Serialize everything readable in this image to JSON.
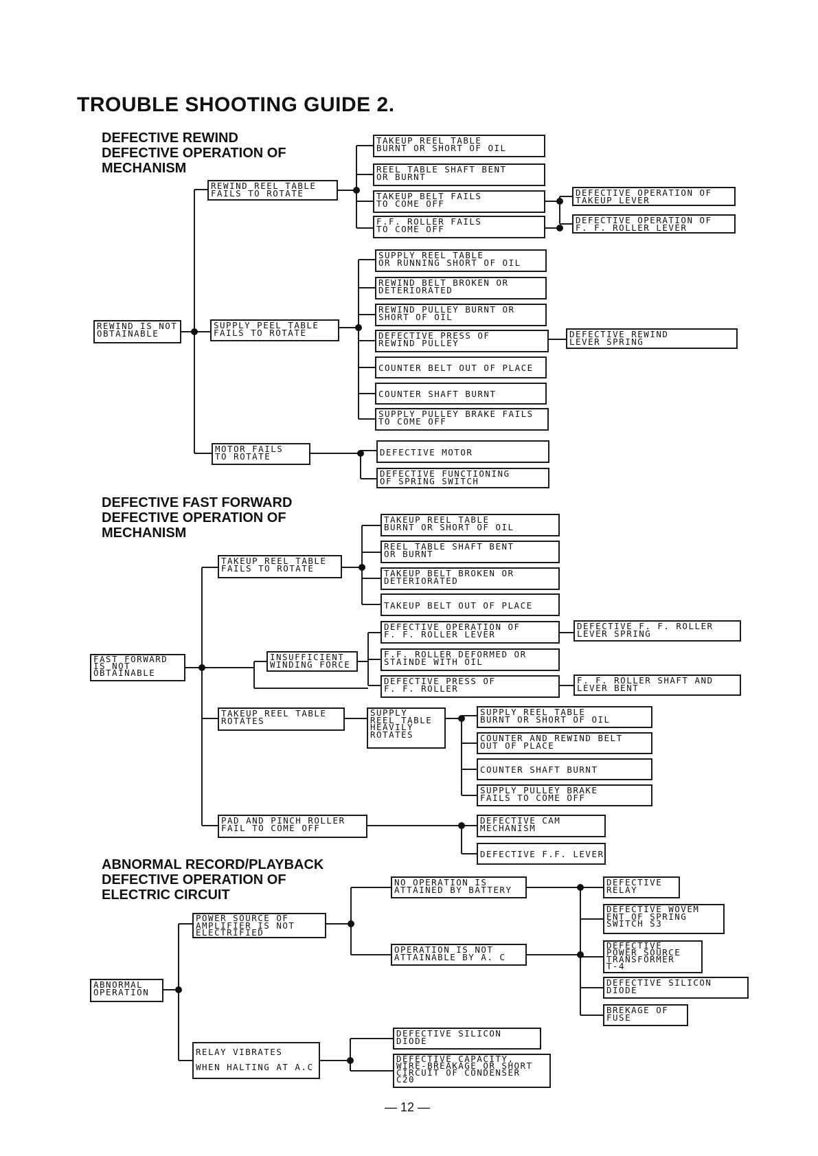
{
  "title": "TROUBLE SHOOTING GUIDE 2.",
  "page_number": "— 12 —",
  "sections": {
    "rewind": {
      "heading": "DEFECTIVE REWIND\nDEFECTIVE OPERATION OF\nMECHANISM",
      "root": "REWIND IS NOT\nOBTAINABLE",
      "b1": "REWIND REEL TABLE\nFAILS TO ROTATE",
      "b1_causes": [
        "TAKEUP REEL TABLE\nBURNT OR SHORT OF OIL",
        "REEL TABLE SHAFT BENT\nOR BURNT",
        "TAKEUP BELT FAILS\nTO COME OFF",
        "F.F. ROLLER FAILS\nTO COME OFF"
      ],
      "b1_sub": [
        "DEFECTIVE OPERATION OF\nTAKEUP LEVER",
        "DEFECTIVE OPERATION OF\nF. F. ROLLER LEVER"
      ],
      "b2": "SUPPLY PEEL TABLE\nFAILS TO ROTATE",
      "b2_causes": [
        "SUPPLY REEL TABLE\nOR RUNNING SHORT OF OIL",
        "REWIND BELT BROKEN OR\nDETERIORATED",
        "REWIND PULLEY BURNT OR\nSHORT OF OIL",
        "DEFECTIVE PRESS OF\nREWIND PULLEY",
        "COUNTER BELT OUT OF PLACE",
        "COUNTER SHAFT BURNT",
        "SUPPLY PULLEY BRAKE FAILS\nTO COME OFF"
      ],
      "b2_sub": "DEFECTIVE REWIND\nLEVER SPRING",
      "b3": "MOTOR FAILS\nTO ROTATE",
      "b3_causes": [
        "DEFECTIVE MOTOR",
        "DEFECTIVE FUNCTIONING\nOF SPRING SWITCH"
      ]
    },
    "ff": {
      "heading": "DEFECTIVE FAST FORWARD\nDEFECTIVE OPERATION OF\nMECHANISM",
      "root": "FAST FORWARD\nIS NOT\nOBTAINABLE",
      "b1": "TAKEUP REEL TABLE\nFAILS TO ROTATE",
      "b1_causes": [
        "TAKEUP REEL TABLE\nBURNT OR SHORT OF OIL",
        "REEL TABLE SHAFT BENT\nOR BURNT",
        "TAKEUP BELT BROKEN OR\nDETERIORATED",
        "TAKEUP BELT OUT OF PLACE"
      ],
      "b2": "INSUFFICIENT\nWINDING FORCE",
      "b2_causes": [
        "DEFECTIVE OPERATION OF\nF. F. ROLLER LEVER",
        "F.F. ROLLER DEFORMED OR\nSTAINDE WITH OIL",
        "DEFECTIVE PRESS OF\nF. F. ROLLER"
      ],
      "b2_sub": [
        "DEFECTIVE F. F. ROLLER\nLEVER SPRING",
        "F. F. ROLLER SHAFT AND\nLEVER BENT"
      ],
      "b3": "TAKEUP REEL TABLE\nROTATES",
      "b3_mid": "SUPPLY\nREEL TABLE\nHEAVILY\nROTATES",
      "b3_causes": [
        "SUPPLY REEL TABLE\nBURNT OR SHORT OF OIL",
        "COUNTER AND REWIND BELT\nOUT OF PLACE",
        "COUNTER SHAFT BURNT",
        "SUPPLY PULLEY BRAKE\nFAILS TO COME OFF"
      ],
      "b4": "PAD AND PINCH ROLLER\nFAIL TO COME OFF",
      "b4_causes": [
        "DEFECTIVE CAM\nMECHANISM",
        "DEFECTIVE F.F. LEVER"
      ]
    },
    "rec": {
      "heading": "ABNORMAL RECORD/PLAYBACK\nDEFECTIVE OPERATION OF\nELECTRIC CIRCUIT",
      "root": "ABNORMAL\nOPERATION",
      "b1": "POWER SOURCE OF\nAMPLIFIER IS NOT\nELECTRIFIED",
      "b1_mid": [
        "NO OPERATION IS\nATTAINED BY BATTERY",
        "OPERATION IS NOT\nATTAINABLE BY A. C"
      ],
      "b1_causes": [
        "DEFECTIVE\nRELAY",
        "DEFECTIVE WOVEM\nENT OF SPRING\nSWITCH S3",
        "DEFECTIVE\nPOWER SOURCE\nTRANSFORMER\nT-4",
        "DEFECTIVE SILICON\nDIODE",
        "BREKAGE OF\nFUSE"
      ],
      "b2": "RELAY VIBRATES\nWHEN HALTING AT A.C",
      "b2_causes": [
        "DEFECTIVE SILICON\nDIODE",
        "DEFECTIVE CAPACITY,\nWIRE-BREAKAGE OR SHORT\nCIRCUIT OF CONDENSER\nC20"
      ]
    }
  }
}
